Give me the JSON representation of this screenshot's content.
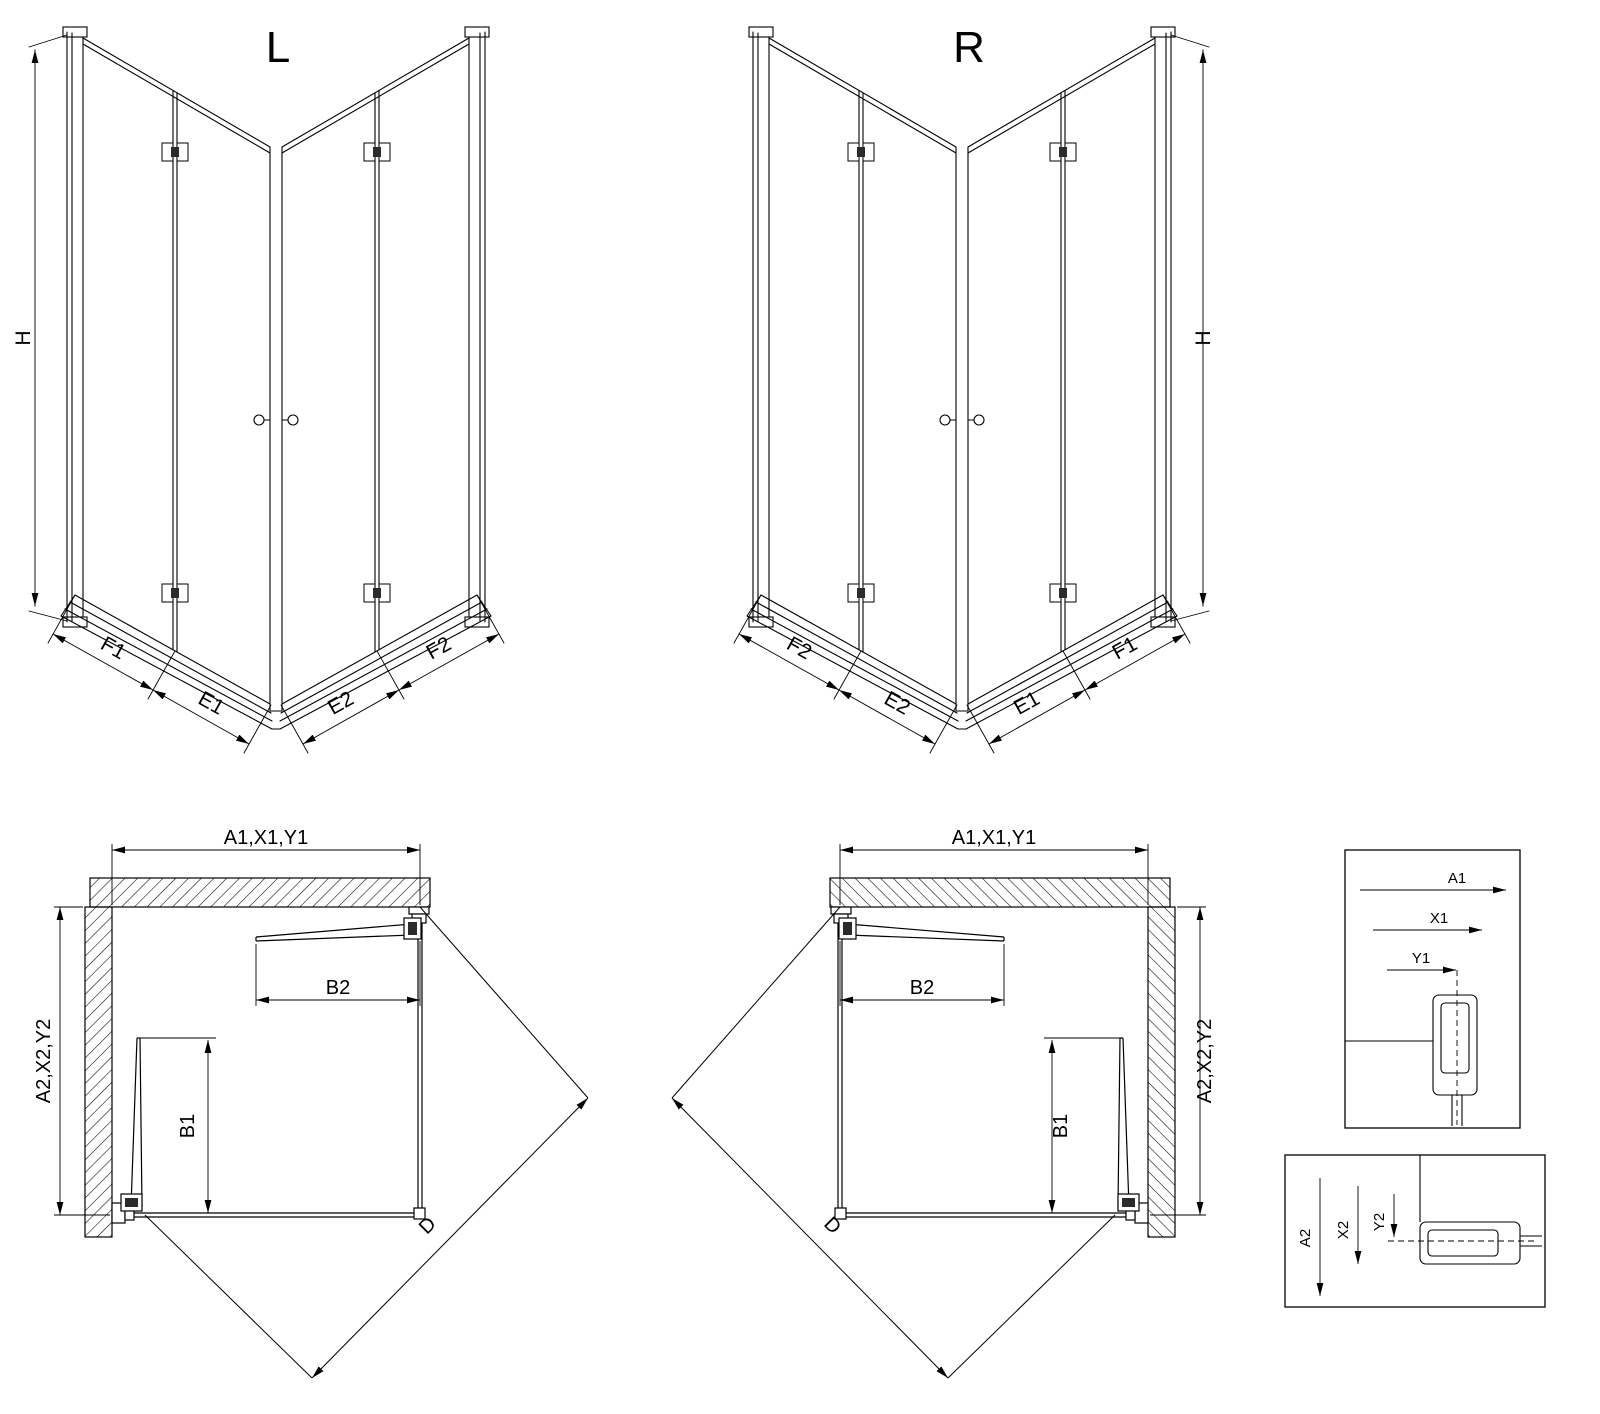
{
  "sheet": {
    "background": "#ffffff",
    "line_color": "#000000"
  },
  "iso_left": {
    "title": "L",
    "dims": {
      "h": "H",
      "f1": "F1",
      "e1": "E1",
      "e2": "E2",
      "f2": "F2"
    }
  },
  "iso_right": {
    "title": "R",
    "dims": {
      "h": "H",
      "f1": "F1",
      "e1": "E1",
      "e2": "E2",
      "f2": "F2"
    }
  },
  "plan_left": {
    "dims": {
      "width_top": "A1,X1,Y1",
      "depth_side": "A2,X2,Y2",
      "door_top": "B2",
      "door_side": "B1",
      "diagonal": "D"
    }
  },
  "plan_right": {
    "dims": {
      "width_top": "A1,X1,Y1",
      "depth_side": "A2,X2,Y2",
      "door_top": "B2",
      "door_side": "B1",
      "diagonal": "D"
    }
  },
  "detail_top": {
    "dims": {
      "a1": "A1",
      "x1": "X1",
      "y1": "Y1"
    }
  },
  "detail_bottom": {
    "dims": {
      "a2": "A2",
      "x2": "X2",
      "y2": "Y2"
    }
  }
}
